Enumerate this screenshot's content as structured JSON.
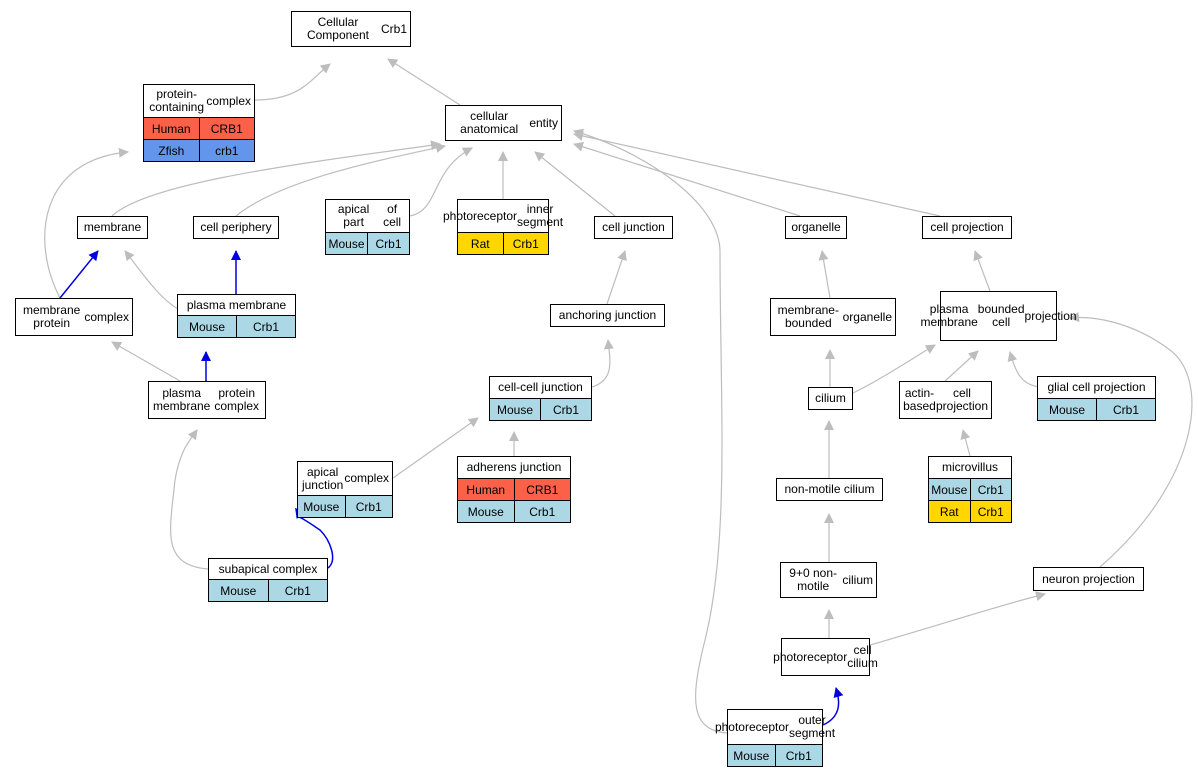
{
  "colors": {
    "Human": "#fb6149",
    "Mouse": "#acd8e6",
    "Rat": "#ffd600",
    "Zfish": "#6495ed",
    "edge_gray": "#bdbdbd",
    "edge_blue": "#0000e0"
  },
  "nodes": [
    {
      "id": "cellular-component",
      "label": [
        "Cellular Component",
        "Crb1"
      ],
      "rows": []
    },
    {
      "id": "protein-containing-complex",
      "label": [
        "protein-containing",
        "complex"
      ],
      "rows": [
        [
          "Human",
          "CRB1"
        ],
        [
          "Zfish",
          "crb1"
        ]
      ]
    },
    {
      "id": "cellular-anatomical-entity",
      "label": [
        "cellular anatomical",
        "entity"
      ],
      "rows": []
    },
    {
      "id": "membrane",
      "label": [
        "membrane"
      ],
      "rows": []
    },
    {
      "id": "cell-periphery",
      "label": [
        "cell periphery"
      ],
      "rows": []
    },
    {
      "id": "apical-part-of-cell",
      "label": [
        "apical part",
        "of cell"
      ],
      "rows": [
        [
          "Mouse",
          "Crb1"
        ]
      ]
    },
    {
      "id": "photoreceptor-inner-segment",
      "label": [
        "photoreceptor",
        "inner segment"
      ],
      "rows": [
        [
          "Rat",
          "Crb1"
        ]
      ]
    },
    {
      "id": "cell-junction",
      "label": [
        "cell junction"
      ],
      "rows": []
    },
    {
      "id": "organelle",
      "label": [
        "organelle"
      ],
      "rows": []
    },
    {
      "id": "cell-projection",
      "label": [
        "cell projection"
      ],
      "rows": []
    },
    {
      "id": "membrane-protein-complex",
      "label": [
        "membrane protein",
        "complex"
      ],
      "rows": []
    },
    {
      "id": "plasma-membrane",
      "label": [
        "plasma membrane"
      ],
      "rows": [
        [
          "Mouse",
          "Crb1"
        ]
      ]
    },
    {
      "id": "anchoring-junction",
      "label": [
        "anchoring junction"
      ],
      "rows": []
    },
    {
      "id": "membrane-bounded-organelle",
      "label": [
        "membrane-bounded",
        "organelle"
      ],
      "rows": []
    },
    {
      "id": "plasma-membrane-bounded-cell-projection",
      "label": [
        "plasma membrane",
        "bounded cell",
        "projection"
      ],
      "rows": []
    },
    {
      "id": "plasma-membrane-protein-complex",
      "label": [
        "plasma membrane",
        "protein complex"
      ],
      "rows": []
    },
    {
      "id": "cell-cell-junction",
      "label": [
        "cell-cell junction"
      ],
      "rows": [
        [
          "Mouse",
          "Crb1"
        ]
      ]
    },
    {
      "id": "cilium",
      "label": [
        "cilium"
      ],
      "rows": []
    },
    {
      "id": "actin-based-cell-projection",
      "label": [
        "actin-based",
        "cell projection"
      ],
      "rows": []
    },
    {
      "id": "glial-cell-projection",
      "label": [
        "glial cell projection"
      ],
      "rows": [
        [
          "Mouse",
          "Crb1"
        ]
      ]
    },
    {
      "id": "apical-junction-complex",
      "label": [
        "apical junction",
        "complex"
      ],
      "rows": [
        [
          "Mouse",
          "Crb1"
        ]
      ]
    },
    {
      "id": "adherens-junction",
      "label": [
        "adherens junction"
      ],
      "rows": [
        [
          "Human",
          "CRB1"
        ],
        [
          "Mouse",
          "Crb1"
        ]
      ]
    },
    {
      "id": "microvillus",
      "label": [
        "microvillus"
      ],
      "rows": [
        [
          "Mouse",
          "Crb1"
        ],
        [
          "Rat",
          "Crb1"
        ]
      ]
    },
    {
      "id": "non-motile-cilium",
      "label": [
        "non-motile cilium"
      ],
      "rows": []
    },
    {
      "id": "subapical-complex",
      "label": [
        "subapical complex"
      ],
      "rows": [
        [
          "Mouse",
          "Crb1"
        ]
      ]
    },
    {
      "id": "nine-zero-non-motile-cilium",
      "label": [
        "9+0 non-motile",
        "cilium"
      ],
      "rows": []
    },
    {
      "id": "neuron-projection",
      "label": [
        "neuron projection"
      ],
      "rows": []
    },
    {
      "id": "photoreceptor-cell-cilium",
      "label": [
        "photoreceptor",
        "cell cilium"
      ],
      "rows": []
    },
    {
      "id": "photoreceptor-outer-segment",
      "label": [
        "photoreceptor",
        "outer segment"
      ],
      "rows": [
        [
          "Mouse",
          "Crb1"
        ]
      ]
    }
  ],
  "edges": [
    {
      "from": "protein-containing-complex",
      "to": "cellular-component",
      "kind": "is_a"
    },
    {
      "from": "cellular-anatomical-entity",
      "to": "cellular-component",
      "kind": "is_a"
    },
    {
      "from": "membrane",
      "to": "cellular-anatomical-entity",
      "kind": "is_a"
    },
    {
      "from": "cell-periphery",
      "to": "cellular-anatomical-entity",
      "kind": "is_a"
    },
    {
      "from": "apical-part-of-cell",
      "to": "cellular-anatomical-entity",
      "kind": "is_a"
    },
    {
      "from": "photoreceptor-inner-segment",
      "to": "cellular-anatomical-entity",
      "kind": "is_a"
    },
    {
      "from": "cell-junction",
      "to": "cellular-anatomical-entity",
      "kind": "is_a"
    },
    {
      "from": "organelle",
      "to": "cellular-anatomical-entity",
      "kind": "is_a"
    },
    {
      "from": "cell-projection",
      "to": "cellular-anatomical-entity",
      "kind": "is_a"
    },
    {
      "from": "membrane-protein-complex",
      "to": "protein-containing-complex",
      "kind": "is_a"
    },
    {
      "from": "membrane-protein-complex",
      "to": "membrane",
      "kind": "part_of"
    },
    {
      "from": "plasma-membrane",
      "to": "membrane",
      "kind": "is_a"
    },
    {
      "from": "plasma-membrane",
      "to": "cell-periphery",
      "kind": "part_of"
    },
    {
      "from": "anchoring-junction",
      "to": "cell-junction",
      "kind": "is_a"
    },
    {
      "from": "membrane-bounded-organelle",
      "to": "organelle",
      "kind": "is_a"
    },
    {
      "from": "plasma-membrane-bounded-cell-projection",
      "to": "cell-projection",
      "kind": "is_a"
    },
    {
      "from": "plasma-membrane-protein-complex",
      "to": "membrane-protein-complex",
      "kind": "is_a"
    },
    {
      "from": "plasma-membrane-protein-complex",
      "to": "plasma-membrane",
      "kind": "part_of"
    },
    {
      "from": "cell-cell-junction",
      "to": "anchoring-junction",
      "kind": "is_a"
    },
    {
      "from": "cilium",
      "to": "membrane-bounded-organelle",
      "kind": "is_a"
    },
    {
      "from": "cilium",
      "to": "plasma-membrane-bounded-cell-projection",
      "kind": "is_a"
    },
    {
      "from": "actin-based-cell-projection",
      "to": "plasma-membrane-bounded-cell-projection",
      "kind": "is_a"
    },
    {
      "from": "glial-cell-projection",
      "to": "plasma-membrane-bounded-cell-projection",
      "kind": "is_a"
    },
    {
      "from": "apical-junction-complex",
      "to": "cell-cell-junction",
      "kind": "is_a"
    },
    {
      "from": "adherens-junction",
      "to": "cell-cell-junction",
      "kind": "is_a"
    },
    {
      "from": "microvillus",
      "to": "actin-based-cell-projection",
      "kind": "is_a"
    },
    {
      "from": "non-motile-cilium",
      "to": "cilium",
      "kind": "is_a"
    },
    {
      "from": "subapical-complex",
      "to": "plasma-membrane-protein-complex",
      "kind": "is_a"
    },
    {
      "from": "subapical-complex",
      "to": "apical-junction-complex",
      "kind": "part_of"
    },
    {
      "from": "nine-zero-non-motile-cilium",
      "to": "non-motile-cilium",
      "kind": "is_a"
    },
    {
      "from": "neuron-projection",
      "to": "plasma-membrane-bounded-cell-projection",
      "kind": "is_a"
    },
    {
      "from": "photoreceptor-cell-cilium",
      "to": "nine-zero-non-motile-cilium",
      "kind": "is_a"
    },
    {
      "from": "photoreceptor-cell-cilium",
      "to": "neuron-projection",
      "kind": "is_a"
    },
    {
      "from": "photoreceptor-outer-segment",
      "to": "cellular-anatomical-entity",
      "kind": "is_a"
    },
    {
      "from": "photoreceptor-outer-segment",
      "to": "photoreceptor-cell-cilium",
      "kind": "part_of"
    }
  ]
}
